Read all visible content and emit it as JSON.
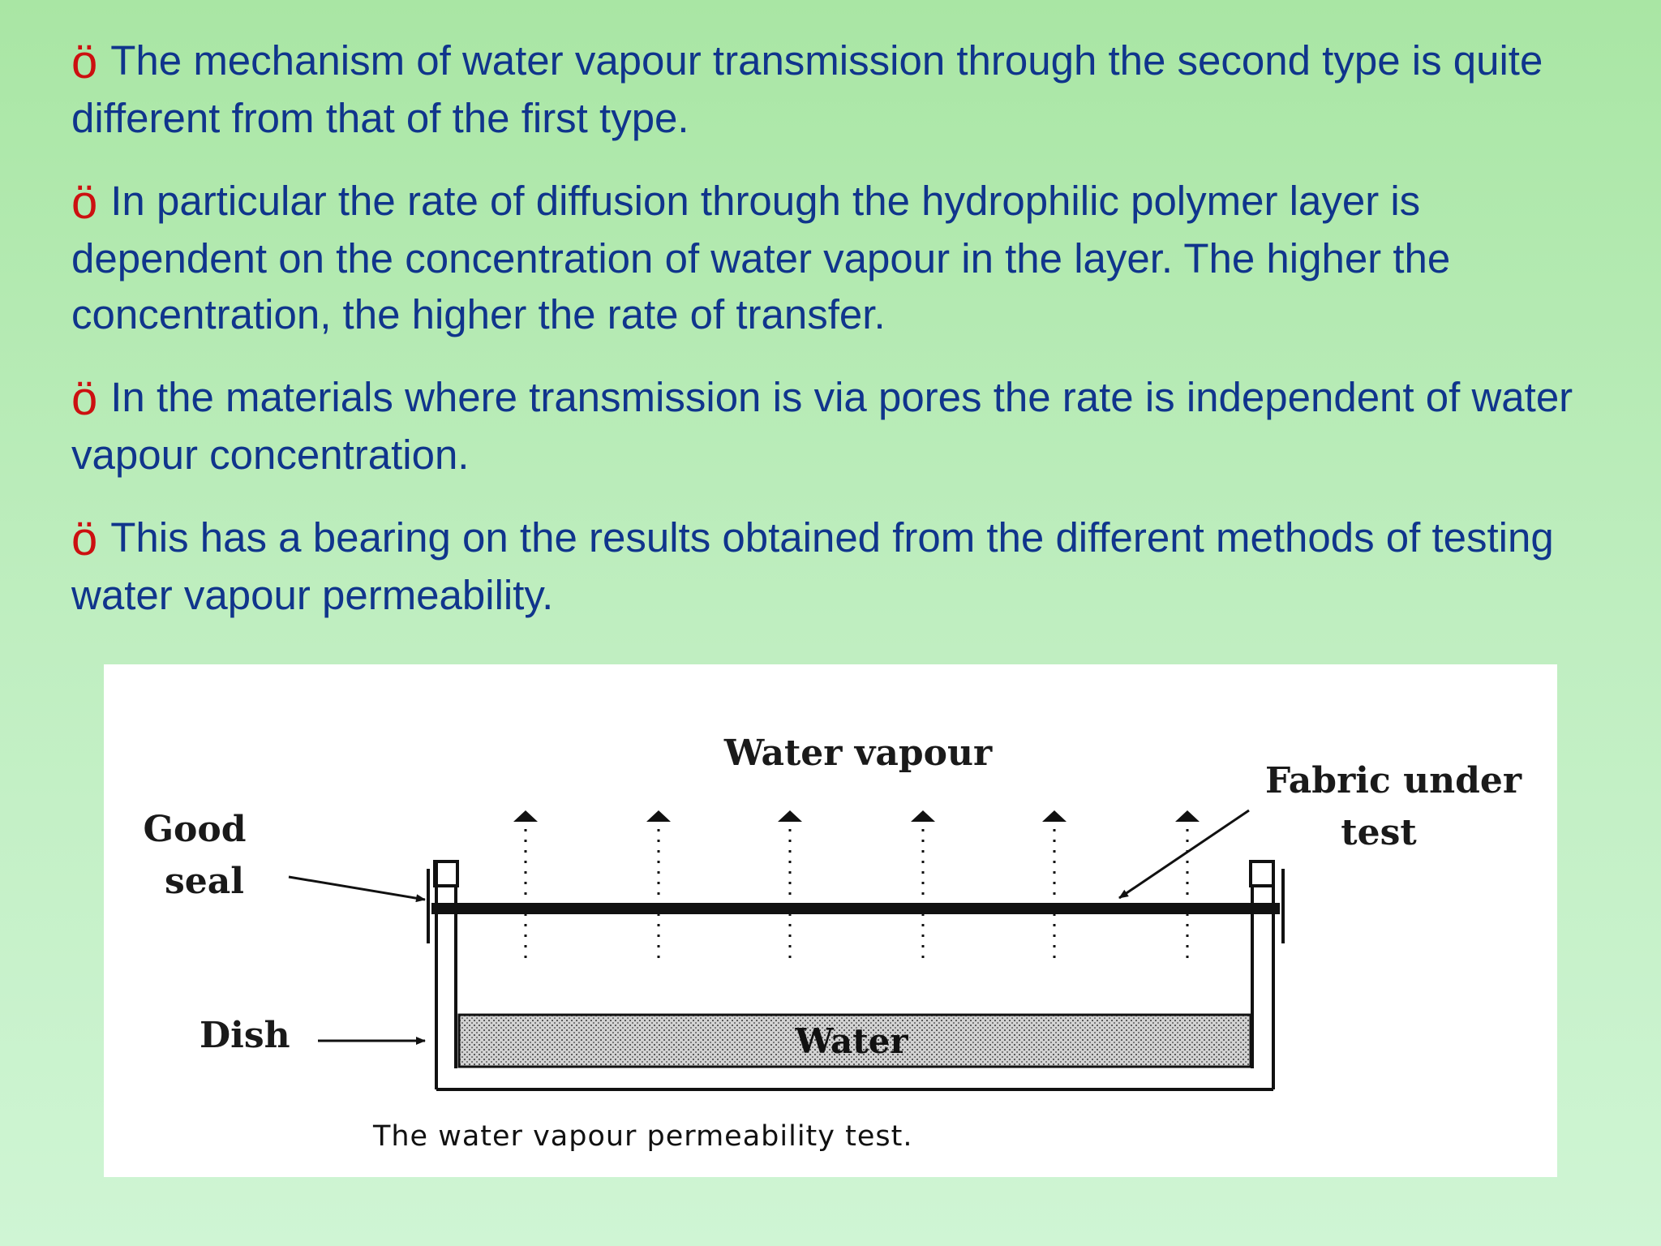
{
  "colors": {
    "background_top": "#a9e6a4",
    "background_bottom": "#cff5d4",
    "body_text": "#10358c",
    "bullet_mark": "#cc1010"
  },
  "bullet_glyph": "ö",
  "bullets": [
    "The mechanism of water vapour transmission through the second type is quite different from that of the first type.",
    "In particular the rate of diffusion through the hydrophilic polymer layer is dependent on the concentration of water vapour in the layer. The higher the concentration, the higher the rate of transfer.",
    "In the materials where transmission is via pores the rate is independent of water vapour concentration.",
    "This has a bearing on the results obtained from the different methods of testing water vapour permeability."
  ],
  "figure": {
    "label_water_vapour": "Water vapour",
    "label_fabric_line1": "Fabric under",
    "label_fabric_line2": "test",
    "label_seal_line1": "Good",
    "label_seal_line2": "seal",
    "label_dish": "Dish",
    "label_water": "Water",
    "caption": "The water vapour permeability test."
  }
}
